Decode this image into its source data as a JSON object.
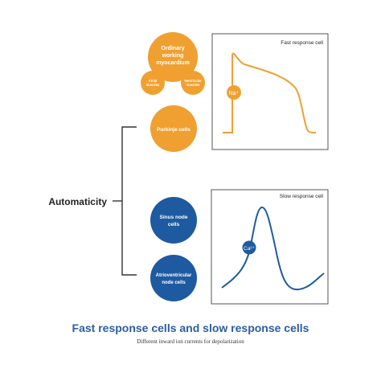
{
  "title": "Fast response cells and slow response cells",
  "subtitle": "Different inward ion currents for depolarization",
  "automaticity_label": "Automaticity",
  "colors": {
    "orange": "#F0A030",
    "blue": "#1E5AA0",
    "title_blue": "#2A5E9E",
    "frame": "#555555",
    "bracket": "#333333"
  },
  "cells": {
    "ordinary": [
      "Ordinary",
      "working",
      "myocardium"
    ],
    "atrial": [
      "Atrial",
      "muscles"
    ],
    "ventricular": [
      "Ventricular",
      "muscles"
    ],
    "purkinje": "Purkinje cells",
    "sinus": [
      "Sinus node",
      "cells"
    ],
    "av": [
      "Atrioventricular",
      "node cells"
    ]
  },
  "fast_panel": {
    "label": "Fast response cell",
    "ion": "Na⁺"
  },
  "slow_panel": {
    "label": "Slow response cell",
    "ion": "Ca²⁺"
  }
}
